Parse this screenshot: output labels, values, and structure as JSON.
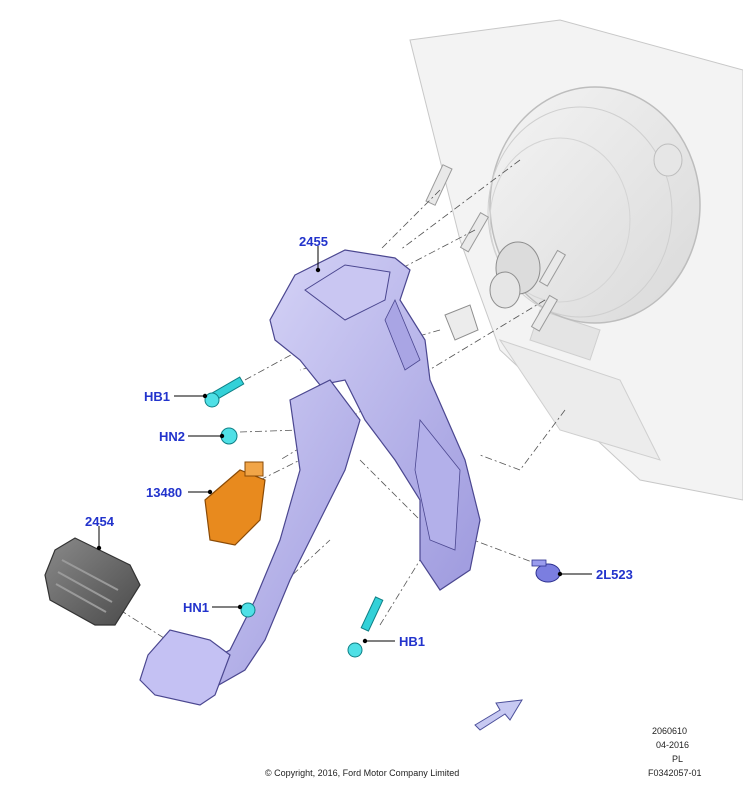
{
  "callouts": {
    "c2455": "2455",
    "hb1_top": "HB1",
    "hn2": "HN2",
    "c13480": "13480",
    "c2454": "2454",
    "hn1": "HN1",
    "hb1_bottom": "HB1",
    "c2l523": "2L523"
  },
  "footer": {
    "copyright": "© Copyright, 2016, Ford Motor Company Limited",
    "code_line1": "2060610",
    "code_line2": "04-2016",
    "code_line3": "PL",
    "code_line4": "F0342057-01"
  },
  "colors": {
    "callout_text": "#2233cc",
    "pedal_bracket": "#b9b6ec",
    "fastener": "#33d1d8",
    "switch": "#e88a1e",
    "pad": "#6b6b6b",
    "clip": "#7b7ee0"
  }
}
